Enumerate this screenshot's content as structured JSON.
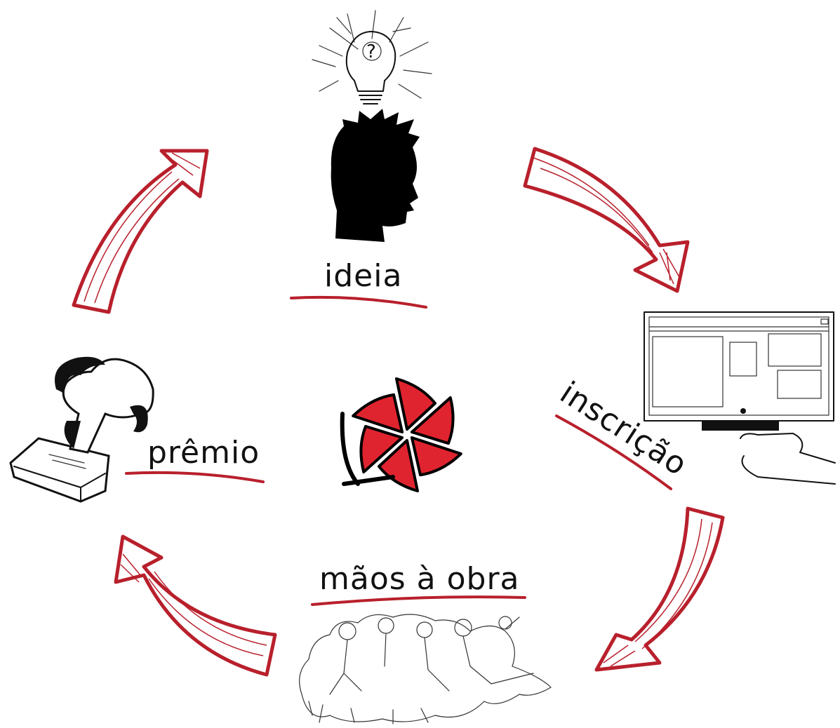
{
  "diagram": {
    "type": "cycle",
    "steps": [
      {
        "id": "ideia",
        "label": "ideia",
        "icon": "lightbulb-head-icon"
      },
      {
        "id": "inscricao",
        "label": "inscrição",
        "icon": "computer-screen-icon"
      },
      {
        "id": "maos",
        "label": "mãos à obra",
        "icon": "running-people-icon"
      },
      {
        "id": "premio",
        "label": "prêmio",
        "icon": "trophy-icon"
      }
    ],
    "center_icon": "pinwheel-logo-icon",
    "colors": {
      "accent": "#b8202c",
      "logo_red": "#e0242f",
      "ink": "#111111"
    }
  }
}
